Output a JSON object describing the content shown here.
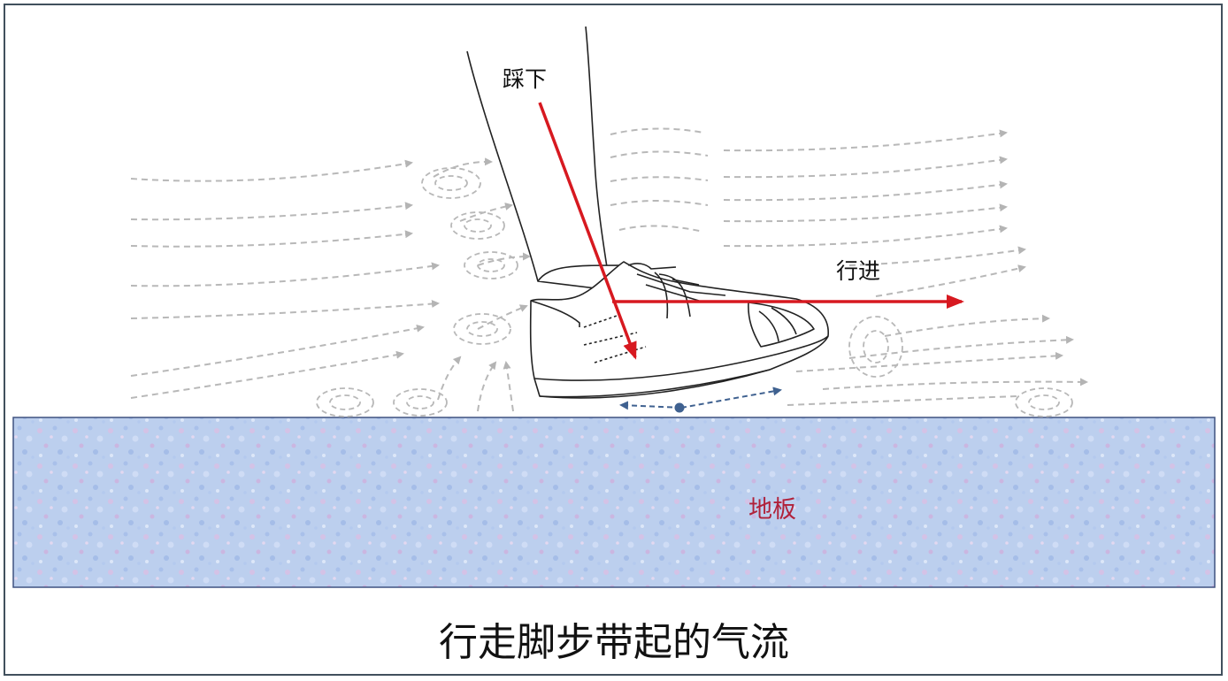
{
  "labels": {
    "step_down": "踩下",
    "forward": "行进",
    "floor": "地板"
  },
  "caption": "行走脚步带起的气流",
  "colors": {
    "frame": "#41505d",
    "arrow": "#d71920",
    "airflow": "#b8b8b8",
    "floor_fill": "#b9cdeb",
    "floor_border": "#3e5280",
    "floor_label": "#b0213a",
    "pivot": "#3f6190"
  },
  "icons": {
    "figure": "leg-with-sneaker-drawing"
  }
}
